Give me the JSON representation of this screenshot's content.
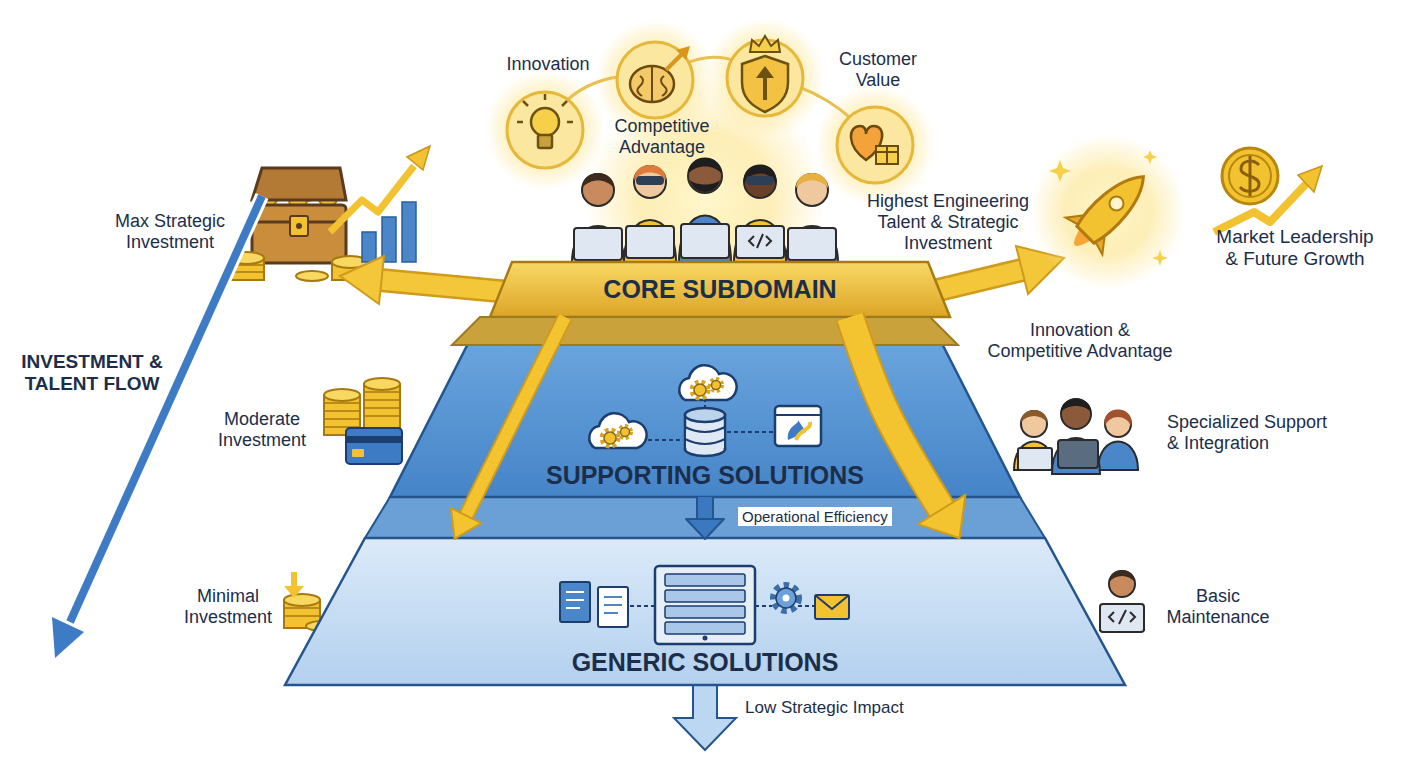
{
  "diagram": {
    "nodes": [
      {
        "text": [
          "CORE SUBDOMAIN"
        ]
      },
      {
        "text": [
          "SUPPORTING SOLUTIONS"
        ]
      },
      {
        "text": [
          "GENERIC SOLUTIONS"
        ]
      }
    ],
    "edges": [
      {
        "from": 0,
        "to": 2,
        "arrow": "to"
      },
      {
        "from": 0,
        "to": 2,
        "arrow": "to"
      },
      {
        "from": 1,
        "to": 2,
        "arrow": "to",
        "label": "Operational Efficiency"
      }
    ],
    "labels": [
      "Innovation",
      "Competitive Advantage",
      "Customer Value",
      "Max Strategic Investment",
      "Highest Engineering Talent & Strategic Investment",
      "Market Leadership & Future Growth",
      "INVESTMENT & TALENT FLOW",
      "Innovation & Competitive Advantage",
      "Moderate Investment",
      "Specialized Support & Integration",
      "Minimal Investment",
      "Basic Maintenance",
      "Low Strategic Impact"
    ]
  }
}
